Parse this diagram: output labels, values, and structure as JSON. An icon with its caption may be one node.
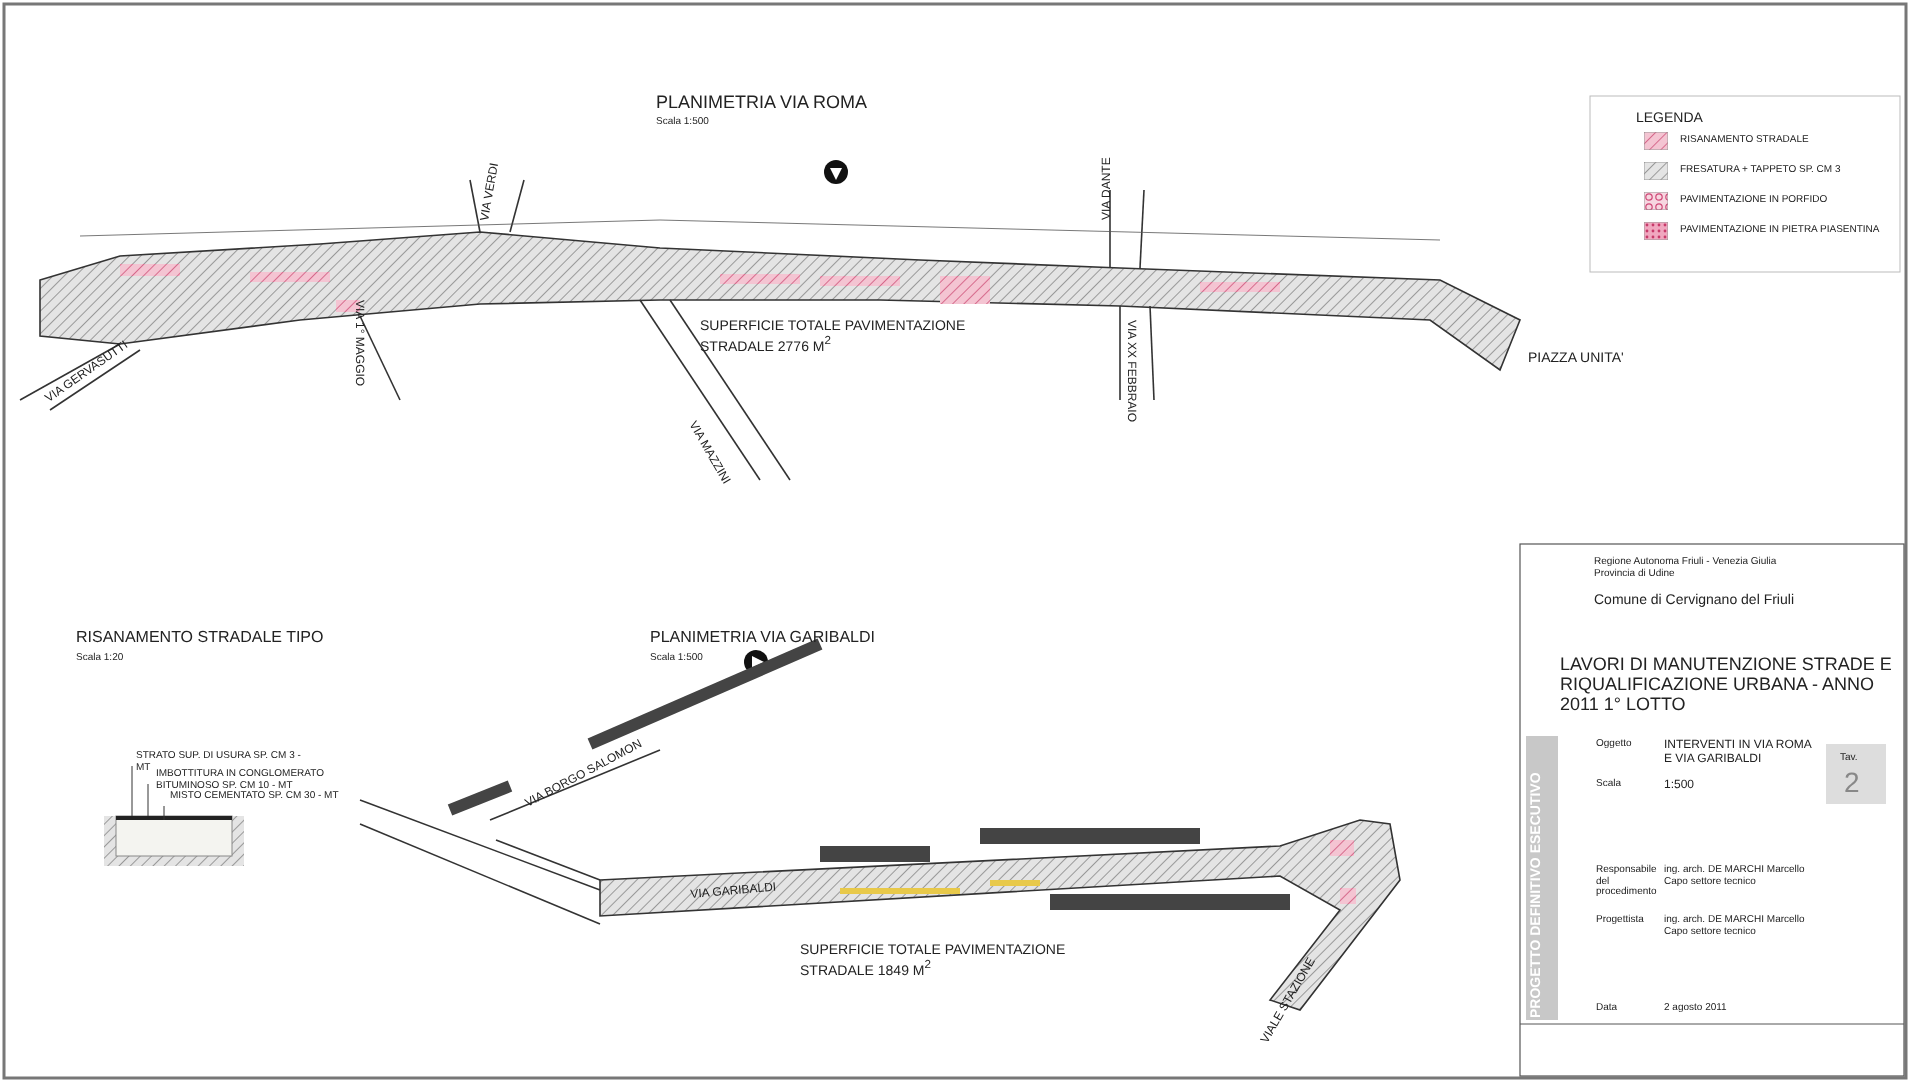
{
  "diagram": {
    "labels": [
      "PLANIMETRIA VIA ROMA",
      "Scala 1:500",
      "VIA VERDI",
      "VIA GERVASUTTI",
      "VIA 1° MAGGIO",
      "SUPERFICIE TOTALE PAVIMENTAZIONE STRADALE 2776 M$^{2}$",
      "VIA MAZZINI",
      "VIA DANTE",
      "VIA XX FEBBRAIO",
      "PIAZZA UNITA'",
      "LEGENDA",
      "RISANAMENTO STRADALE TIPO",
      "Scala 1:20",
      "STRATO SUP. DI USURA SP. CM 3 - MT",
      "IMBOTTITURA IN CONGLOMERATO BITUMINOSO SP. CM 10 - MT",
      "MISTO CEMENTATO SP. CM 30 - MT",
      "PLANIMETRIA VIA GARIBALDI",
      "Scala 1:500",
      "VIA BORGO SALOMON",
      "VIA GARIBALDI",
      "SUPERFICIE TOTALE PAVIMENTAZIONE STRADALE 1849 M$^{2}$",
      "VIALE STAZIONE",
      "Regione Autonoma Friuli - Venezia Giulia",
      "Provincia di Udine",
      "Comune di Cervignano del Friuli",
      "LAVORI DI MANUTENZIONE STRADE E RIQUALIFICAZIONE URBANA - ANNO 2011 1° LOTTO",
      "PROGETTO DEFINITIVO ESECUTIVO",
      "Oggetto",
      "INTERVENTI IN VIA ROMA E VIA GARIBALDI",
      "Scala",
      "1:500",
      "Tav.",
      "2",
      "Responsabile del procedimento",
      "ing. arch. DE MARCHI Marcello",
      "Capo settore tecnico",
      "Progettista",
      "ing. arch. DE MARCHI Marcello",
      "Capo settore tecnico",
      "Data",
      "2 agosto 2011"
    ],
    "legend": [
      {
        "text": "RISANAMENTO STRADALE"
      },
      {
        "text": "FRESATURA + TAPPETO SP. CM 3"
      },
      {
        "text": "PAVIMENTAZIONE IN PORFIDO"
      },
      {
        "text": "PAVIMENTAZIONE IN PIETRA PIASENTINA"
      }
    ]
  }
}
